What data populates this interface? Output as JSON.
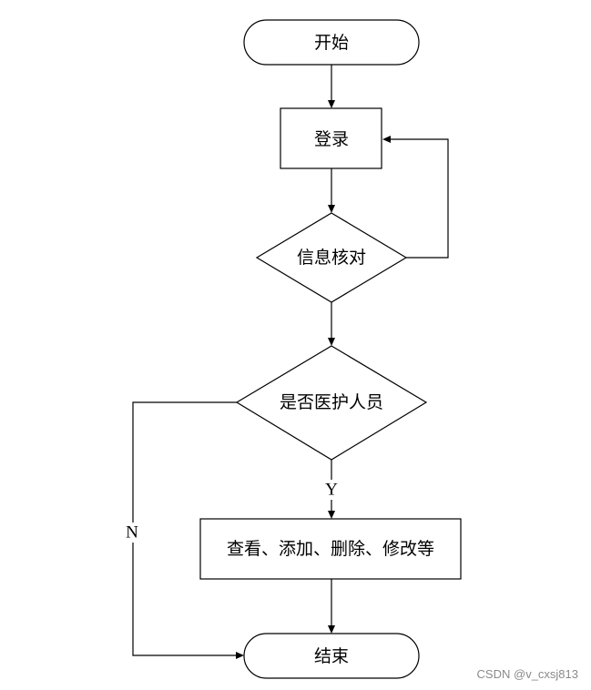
{
  "nodes": {
    "start": "开始",
    "login": "登录",
    "verify": "信息核对",
    "is_medical": "是否医护人员",
    "actions": "查看、添加、删除、修改等",
    "end": "结束"
  },
  "edge_labels": {
    "yes": "Y",
    "no": "N"
  },
  "watermark": "CSDN @v_cxsj813"
}
